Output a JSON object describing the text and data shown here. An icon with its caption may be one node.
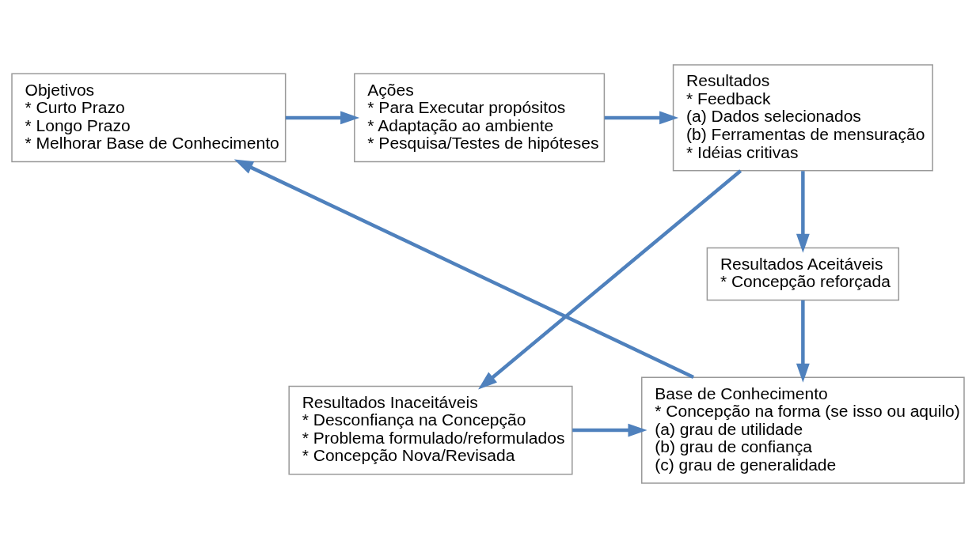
{
  "diagram": {
    "nodes": [
      {
        "text": [
          "Objetivos",
          "* Curto Prazo",
          "* Longo Prazo",
          "* Melhorar Base de Conhecimento"
        ]
      },
      {
        "text": [
          "Ações",
          "* Para Executar propósitos",
          "* Adaptação ao ambiente",
          "* Pesquisa/Testes de hipóteses"
        ]
      },
      {
        "text": [
          "Resultados",
          "* Feedback",
          "(a) Dados selecionados",
          "(b) Ferramentas de mensuração",
          "* Idéias critivas"
        ]
      },
      {
        "text": [
          "Resultados Inaceitáveis",
          "* Desconfiança na Concepção",
          "* Problema formulado/reformulados",
          "* Concepção Nova/Revisada"
        ]
      },
      {
        "text": [
          "Resultados Aceitáveis",
          "* Concepção reforçada"
        ]
      },
      {
        "text": [
          "Base de Conhecimento",
          "* Concepção na forma (se isso ou aquilo)",
          "(a) grau de utilidade",
          "(b) grau de confiança",
          "(c) grau de generalidade"
        ]
      }
    ],
    "edges": [
      {
        "from": 0,
        "to": 1,
        "arrow": "to"
      },
      {
        "from": 1,
        "to": 2,
        "arrow": "to"
      },
      {
        "from": 2,
        "to": 3,
        "arrow": "to"
      },
      {
        "from": 2,
        "to": 4,
        "arrow": "to"
      },
      {
        "from": 3,
        "to": 5,
        "arrow": "to"
      },
      {
        "from": 4,
        "to": 5,
        "arrow": "to"
      },
      {
        "from": 5,
        "to": 0,
        "arrow": "to"
      }
    ]
  }
}
